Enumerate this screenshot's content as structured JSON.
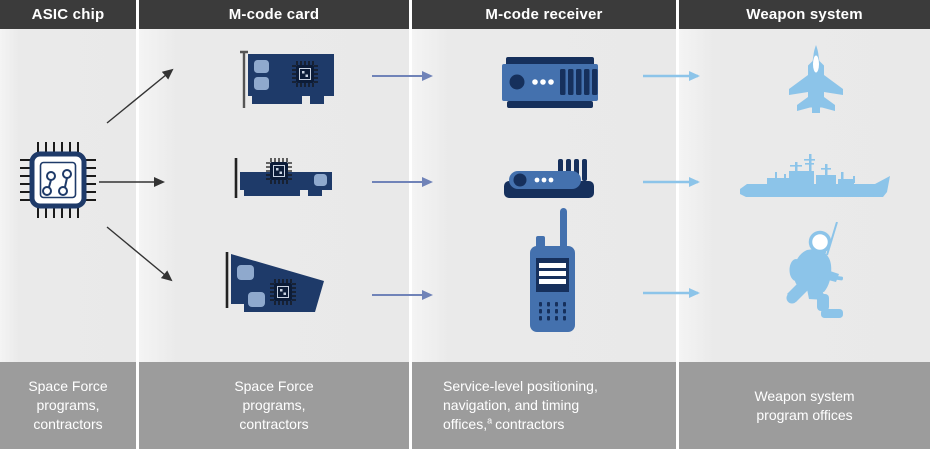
{
  "columns": [
    {
      "id": "asic-chip",
      "header": "ASIC chip",
      "footer_lines": [
        "Space Force",
        "programs,",
        "contractors"
      ]
    },
    {
      "id": "m-code-card",
      "header": "M-code card",
      "footer_lines": [
        "Space Force",
        "programs,",
        "contractors"
      ]
    },
    {
      "id": "m-code-receiver",
      "header": "M-code receiver",
      "footer_lines": [
        "Service-level positioning,",
        "navigation, and timing"
      ],
      "footer_line3": {
        "pre": "offices,",
        "sup": "a",
        "post": "contractors"
      }
    },
    {
      "id": "weapon-system",
      "header": "Weapon system",
      "footer_lines": [
        "Weapon system",
        "program offices"
      ]
    }
  ],
  "icons": {
    "asic_chip": "microchip-icon",
    "card_row1": "full-height-pci-card-icon",
    "card_row2": "low-profile-pci-card-icon",
    "card_row3": "embedded-module-card-icon",
    "receiver_row1": "rack-mount-receiver-icon",
    "receiver_row2": "compact-receiver-icon",
    "receiver_row3": "handheld-radio-icon",
    "weapon_row1": "fighter-jet-icon",
    "weapon_row2": "navy-ship-icon",
    "weapon_row3": "soldier-icon"
  },
  "flows": [
    {
      "from": "asic-chip",
      "to": "m-code-card",
      "arrow_color_key": "black-arrow"
    },
    {
      "from": "m-code-card",
      "to": "m-code-receiver",
      "arrow_color_key": "steel-arrow"
    },
    {
      "from": "m-code-receiver",
      "to": "weapon-system",
      "arrow_color_key": "light-arrow"
    }
  ],
  "rows": [
    {
      "card": "full-height card",
      "receiver": "rack-mount receiver",
      "weapon": "aircraft"
    },
    {
      "card": "low-profile card",
      "receiver": "compact receiver",
      "weapon": "ship"
    },
    {
      "card": "module card",
      "receiver": "handheld radio",
      "weapon": "dismounted soldier"
    }
  ],
  "colors": {
    "header-bg": "#3b3b3b",
    "footer-bg": "#9c9c9c",
    "mid-bg": "#ebebeb",
    "navy": "#1e3a69",
    "navy-dark": "#16305c",
    "mid-blue": "#4471ae",
    "port-blue": "#8fa9cd",
    "light-blue": "#8cc4e9",
    "steel-arrow": "#7083b8",
    "black-arrow": "#333333"
  }
}
